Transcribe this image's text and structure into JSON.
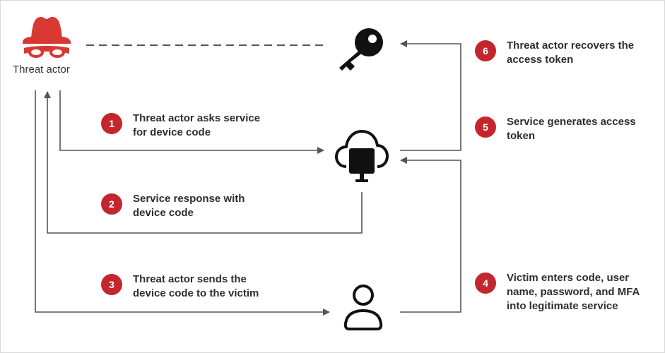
{
  "actor": {
    "label": "Threat actor",
    "icon": "hacker-hat-mask-icon"
  },
  "colors": {
    "badge": "#c3262d",
    "actor_icon": "#d93832",
    "line": "#555555",
    "icon": "#111111"
  },
  "icons": {
    "key": "key-icon",
    "cloud_service": "cloud-monitor-icon",
    "victim": "user-icon"
  },
  "steps": [
    {
      "number": "1",
      "text": "Threat actor asks service\nfor device code"
    },
    {
      "number": "2",
      "text": "Service response with\ndevice code"
    },
    {
      "number": "3",
      "text": "Threat actor sends the\ndevice code to the victim"
    },
    {
      "number": "4",
      "text": "Victim enters code, user\nname, password, and MFA\ninto legitimate service"
    },
    {
      "number": "5",
      "text": "Service generates access\ntoken"
    },
    {
      "number": "6",
      "text": "Threat actor recovers the\naccess token"
    }
  ]
}
